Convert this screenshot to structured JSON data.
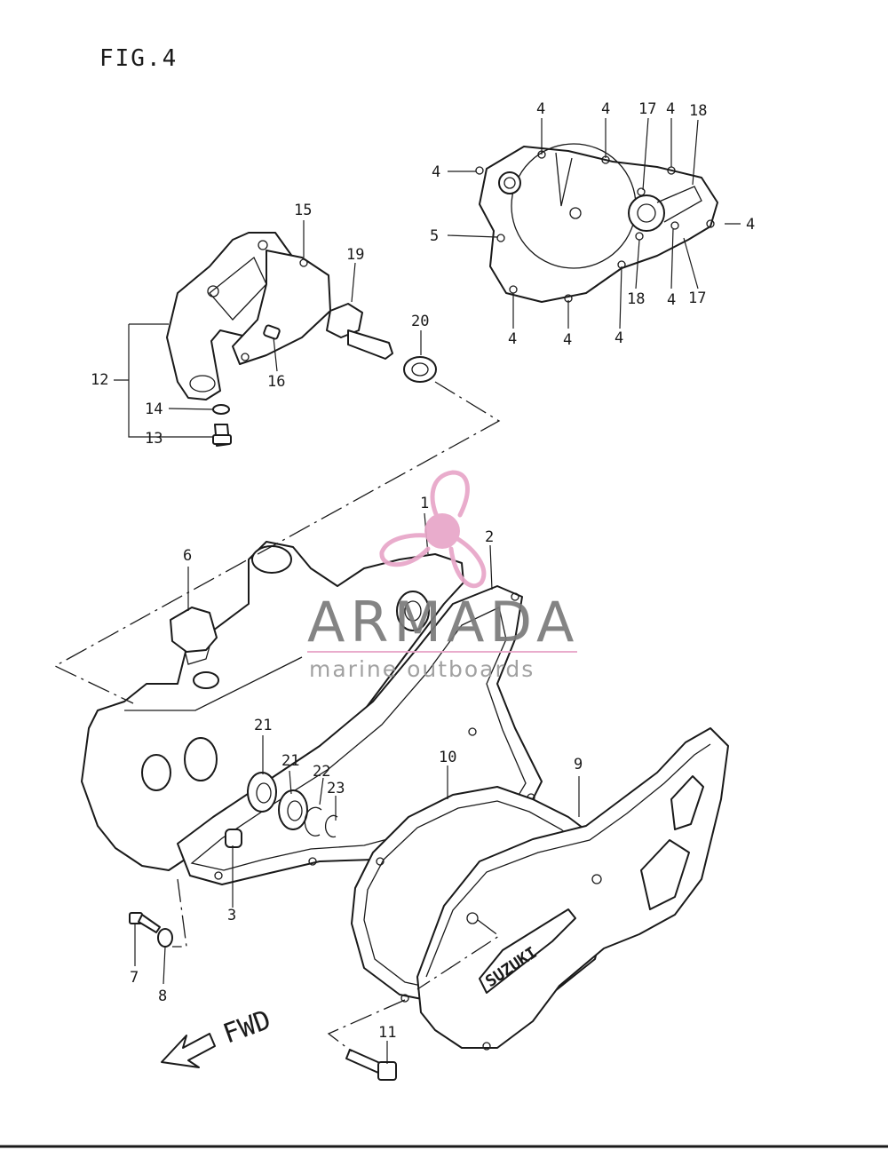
{
  "figure_title": "FIG.4",
  "direction_label": "FWD",
  "watermark": {
    "brand": "ARMADA",
    "tagline": "marine outboards",
    "brand_color": "#7a7a7a",
    "accent_color": "#e8a6c8"
  },
  "cover_emblem": "SUZUKI",
  "callouts": [
    "1",
    "2",
    "3",
    "4",
    "5",
    "6",
    "7",
    "8",
    "9",
    "10",
    "11",
    "12",
    "13",
    "14",
    "15",
    "16",
    "17",
    "18",
    "19",
    "20",
    "21",
    "22",
    "23"
  ],
  "colors": {
    "line": "#1a1a1a",
    "background": "#ffffff"
  }
}
